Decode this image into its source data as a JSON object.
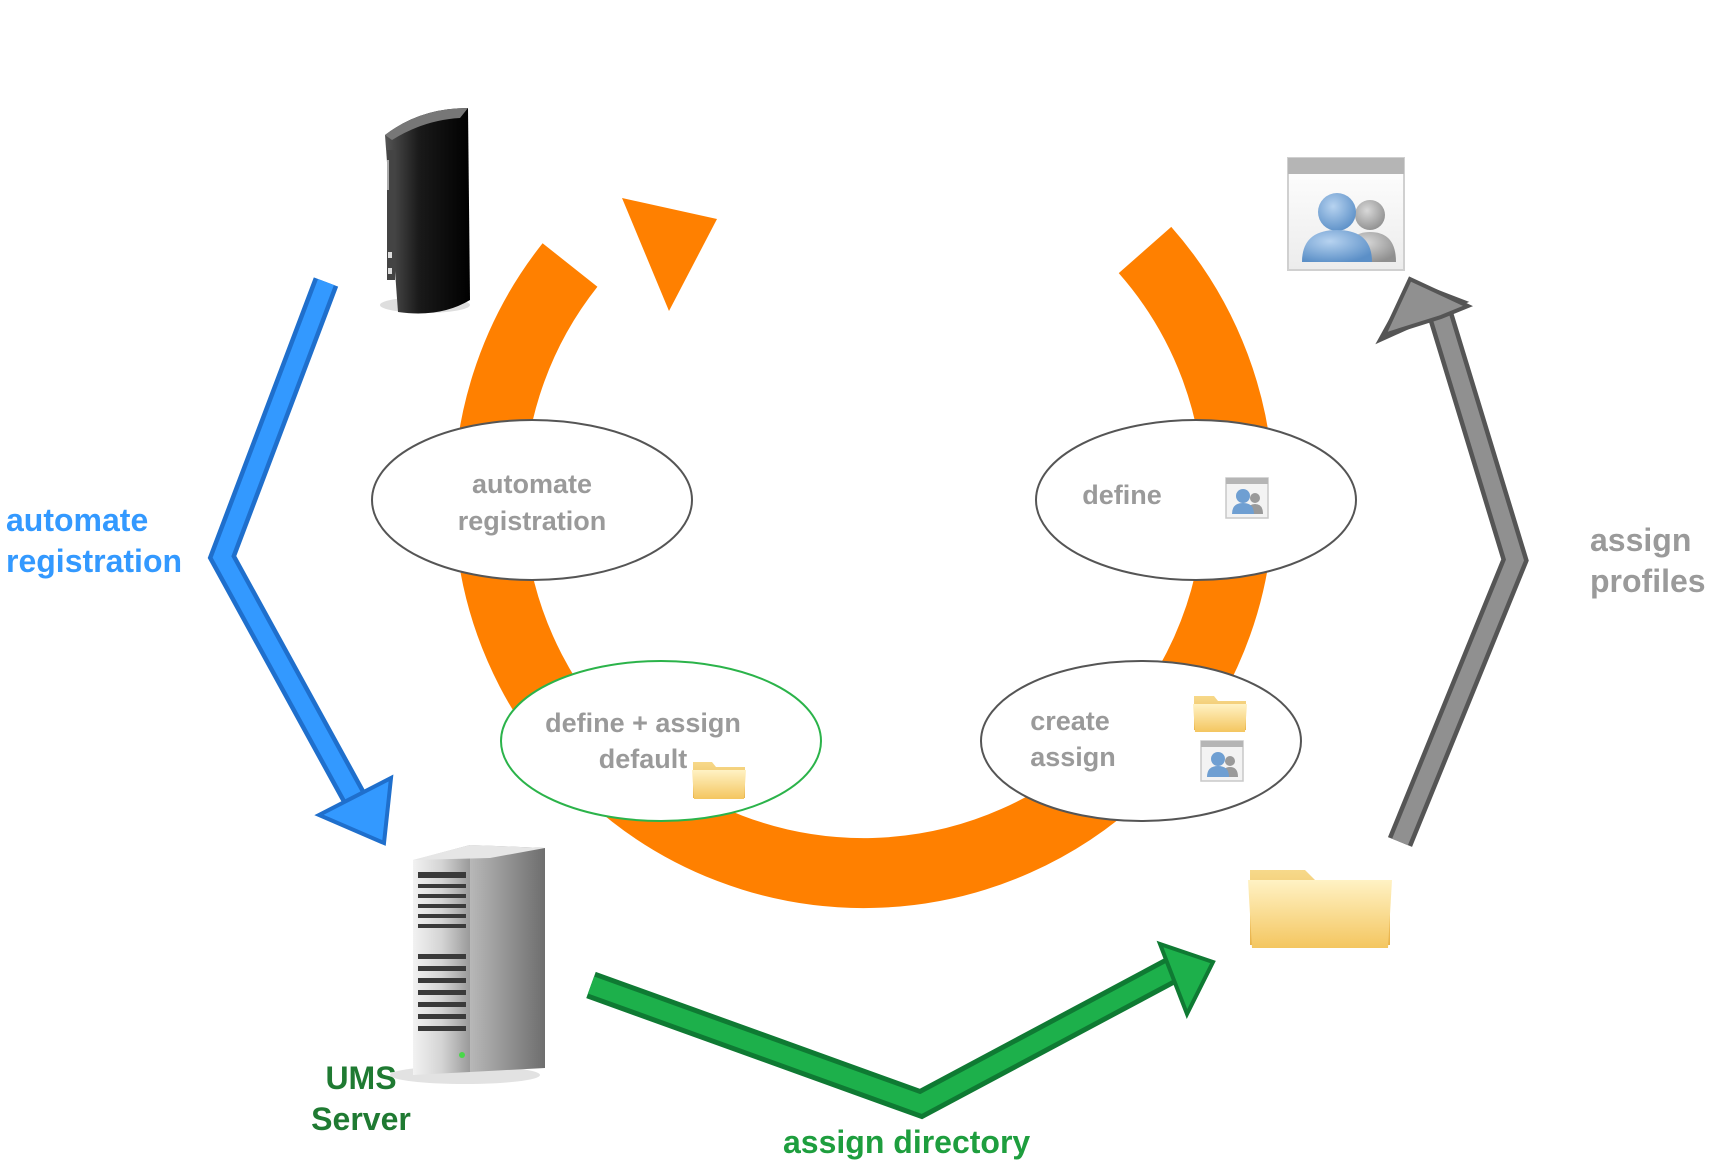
{
  "labels": {
    "automate_registration": [
      "automate",
      "registration"
    ],
    "assign_profiles": [
      "assign",
      "profiles"
    ],
    "ums_server": [
      "UMS",
      "Server"
    ],
    "assign_directory": "assign directory"
  },
  "ellipses": {
    "automate_registration": [
      "automate",
      "registration"
    ],
    "define": "define",
    "define_assign_default": [
      "define + assign",
      "default"
    ],
    "create_assign": [
      "create",
      "assign"
    ]
  },
  "icons": {
    "thin_client": "thin-client-device-icon",
    "server": "server-tower-icon",
    "profile": "user-profile-icon",
    "folder": "folder-icon"
  },
  "colors": {
    "cycle": "#ff8000",
    "blue_arrow": "#3399ff",
    "green_arrow": "#1db04b",
    "gray_arrow": "#909090",
    "blue_text": "#3399ff",
    "gray_text": "#9a9a9a",
    "green_text": "#1e9e3e",
    "dark_green_text": "#1f7a32"
  }
}
